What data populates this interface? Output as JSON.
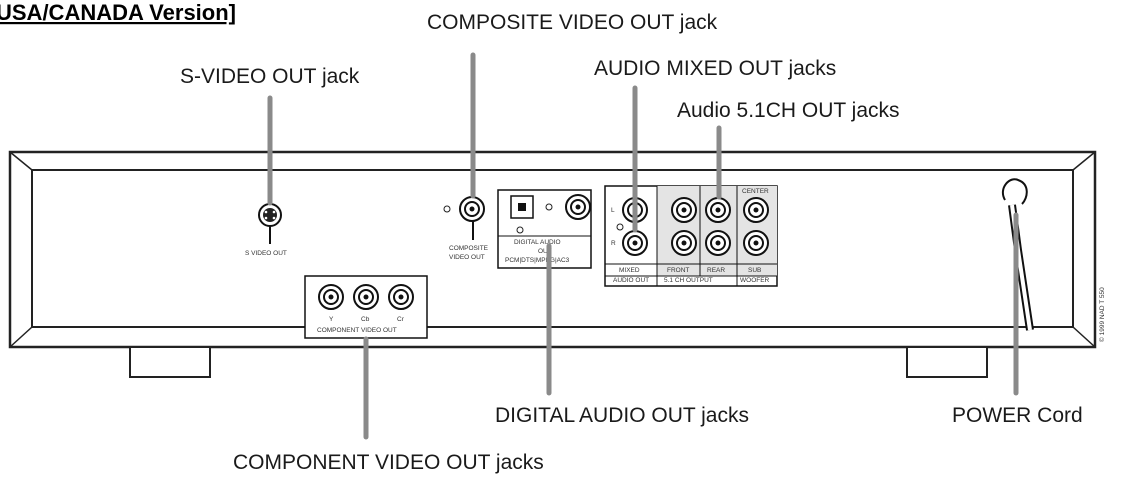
{
  "title": "USA/CANADA Version]",
  "callouts": {
    "composite_video_out": "COMPOSITE VIDEO OUT jack",
    "s_video_out": "S-VIDEO OUT jack",
    "audio_mixed_out": "AUDIO MIXED OUT jacks",
    "audio_51ch_out": "Audio 5.1CH OUT jacks",
    "digital_audio_out": "DIGITAL AUDIO OUT jacks",
    "power_cord": "POWER Cord",
    "component_video_out": "COMPONENT VIDEO OUT jacks"
  },
  "panel_labels": {
    "s_video": "S VIDEO OUT",
    "composite_1": "COMPOSITE",
    "composite_2": "VIDEO OUT",
    "digital_1": "DIGITAL AUDIO",
    "digital_2": "OUT",
    "digital_3": "PCM|DTS|MPEG|AC3",
    "mixed_1": "MIXED",
    "mixed_2": "AUDIO OUT",
    "front": "FRONT",
    "rear": "REAR",
    "sub_1": "SUB",
    "sub_2": "WOOFER",
    "center": "CENTER",
    "output": "5.1 CH OUTPUT",
    "left": "L",
    "right": "R",
    "y": "Y",
    "cb": "Cb",
    "cr": "Cr",
    "component": "COMPONENT VIDEO OUT"
  },
  "copyright": "© 1999 NAD T 550"
}
